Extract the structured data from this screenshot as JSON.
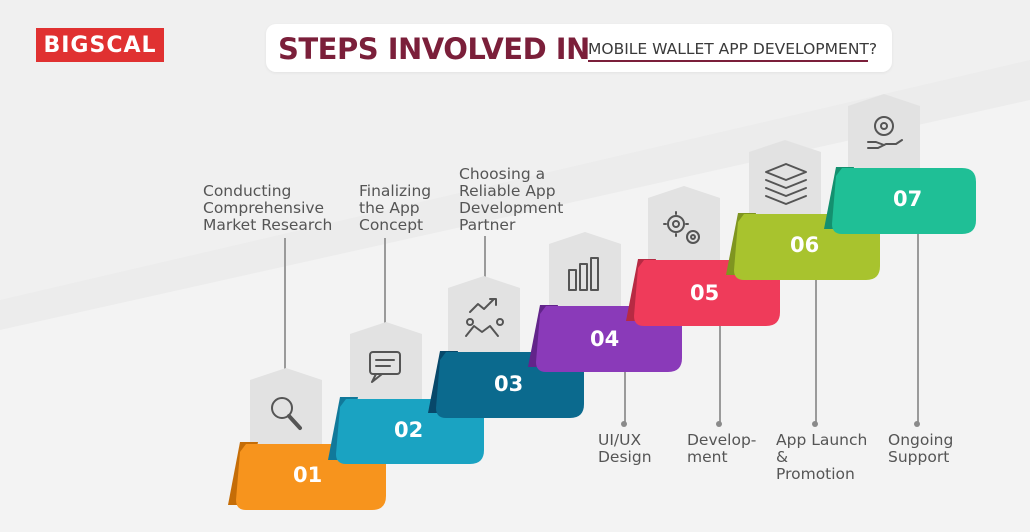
{
  "brand": {
    "logo_text": "BIGSCAL"
  },
  "title": {
    "main": "STEPS INVOLVED IN",
    "sub": "MOBILE WALLET APP DEVELOPMENT?"
  },
  "steps": [
    {
      "number": "01",
      "label": "Conducting\nComprehensive\nMarket Research",
      "icon": "magnifier-icon",
      "color": "#f7941d"
    },
    {
      "number": "02",
      "label": "Finalizing\nthe App\nConcept",
      "icon": "chat-icon",
      "color": "#1aa3c2"
    },
    {
      "number": "03",
      "label": "Choosing a\nReliable App\nDevelopment\nPartner",
      "icon": "handshake-icon",
      "color": "#0b6a8e"
    },
    {
      "number": "04",
      "label": "UI/UX\nDesign",
      "icon": "bar-chart-icon",
      "color": "#8a3ab9"
    },
    {
      "number": "05",
      "label": "Develop-\nment",
      "icon": "gears-icon",
      "color": "#ef3b5a"
    },
    {
      "number": "06",
      "label": "App Launch\n&\nPromotion",
      "icon": "layers-icon",
      "color": "#a8c32e"
    },
    {
      "number": "07",
      "label": "Ongoing\nSupport",
      "icon": "gear-hand-icon",
      "color": "#1fbf96"
    }
  ]
}
